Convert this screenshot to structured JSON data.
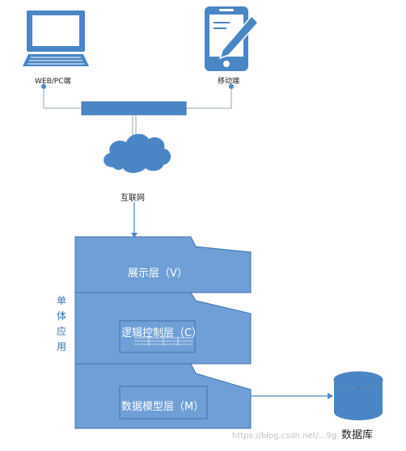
{
  "clients": {
    "web_label": "WEB/PC端",
    "mobile_label": "移动端"
  },
  "network": {
    "label": "互联网"
  },
  "layers": {
    "view": "展示层（V）",
    "controller": "逻辑控制层（C）",
    "model": "数据模型层（M）"
  },
  "side_label": [
    "单",
    "体",
    "应",
    "用"
  ],
  "database": {
    "label": "数据库"
  },
  "watermark": "https://blog.csdn.net/...9g",
  "colors": {
    "primary_blue": "#4a86c5",
    "layer_fill": "#6f9fd6",
    "layer_stroke": "#3f72ae",
    "side_text": "#3a6fb0"
  }
}
